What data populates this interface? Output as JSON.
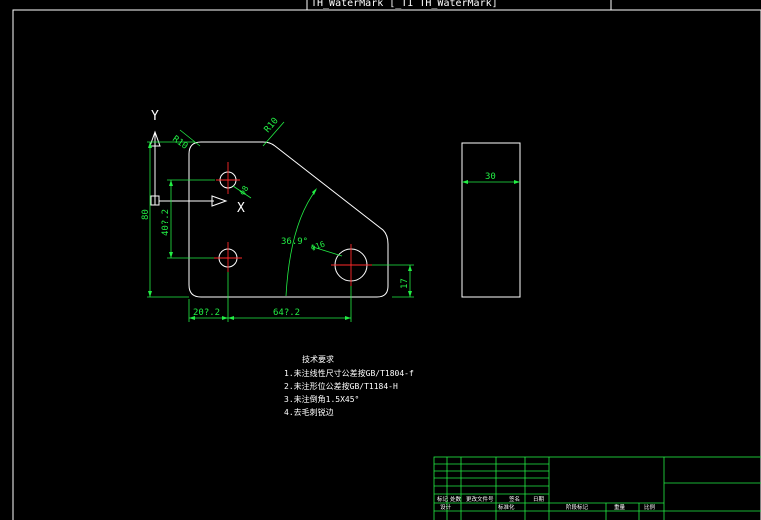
{
  "watermark": "TH_WaterMark [_TI TH_WaterMark]",
  "axis": {
    "y_label": "Y",
    "x_label": "X"
  },
  "dimensions": {
    "r_top_left": "R10",
    "r_top_right": "R10",
    "phi_upper_hole": "Φ8",
    "phi_right_hole": "Φ16",
    "height": "80",
    "hole_height": "40?.2",
    "angle": "36.9°",
    "right_hole_height": "17",
    "left_offset": "20?.2",
    "hole_spacing": "64?.2",
    "side_width": "30"
  },
  "notes": {
    "title": "技术要求",
    "lines": [
      "1.未注线性尺寸公差按GB/T1804-f",
      "2.未注形位公差按GB/T1184-H",
      "3.未注倒角1.5X45°",
      "4.去毛刺锐边"
    ]
  },
  "title_block": {
    "row_labels": [
      "标记",
      "处数",
      "更改文件号",
      "签名",
      "日期"
    ],
    "bottom_labels": [
      "设计",
      "标准化",
      "阶段标记",
      "重量",
      "比例"
    ]
  }
}
